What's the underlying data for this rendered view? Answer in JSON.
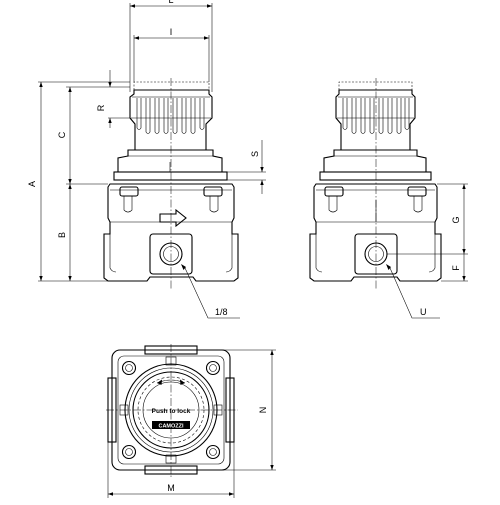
{
  "drawing": {
    "front_view": {
      "dimensions": {
        "L": "L",
        "I": "I",
        "R": "R",
        "C": "C",
        "A": "A",
        "B": "B",
        "S": "S"
      },
      "port_callout": "1/8"
    },
    "side_view": {
      "dimensions": {
        "G": "G",
        "F": "F"
      },
      "port_callout": "U"
    },
    "top_view": {
      "dimensions": {
        "M": "M",
        "N": "N"
      },
      "knob_text": "Push to lock",
      "brand_text": "CAMOZZI"
    }
  }
}
